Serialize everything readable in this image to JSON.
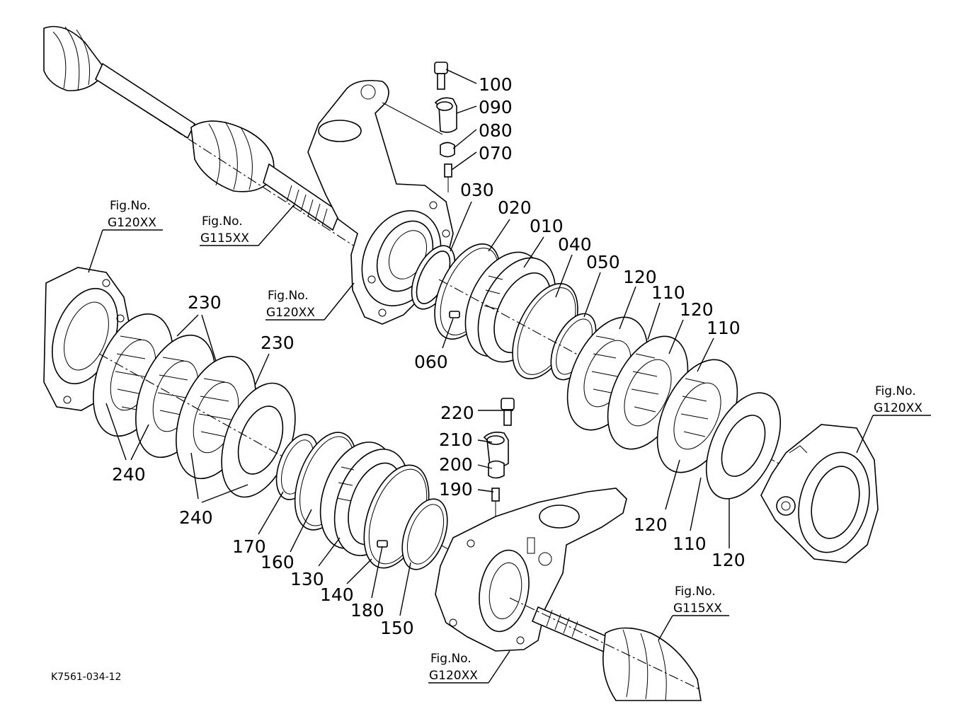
{
  "part_numbers": {
    "p100": "100",
    "p090": "090",
    "p080": "080",
    "p070": "070",
    "p030": "030",
    "p020": "020",
    "p010": "010",
    "p040": "040",
    "p050": "050",
    "p060": "060",
    "p120_a": "120",
    "p110_a": "110",
    "p120_b": "120",
    "p110_b": "110",
    "p120_c": "120",
    "p110_c": "110",
    "p120_d": "120",
    "p230_a": "230",
    "p230_b": "230",
    "p240_a": "240",
    "p240_b": "240",
    "p220": "220",
    "p210": "210",
    "p200": "200",
    "p190": "190",
    "p170": "170",
    "p160": "160",
    "p130": "130",
    "p140": "140",
    "p180": "180",
    "p150": "150"
  },
  "figure_refs": {
    "r1": {
      "line1": "Fig.No.",
      "line2": "G120XX"
    },
    "r2": {
      "line1": "Fig.No.",
      "line2": "G115XX"
    },
    "r3": {
      "line1": "Fig.No.",
      "line2": "G120XX"
    },
    "r4": {
      "line1": "Fig.No.",
      "line2": "G120XX"
    },
    "r5": {
      "line1": "Fig.No.",
      "line2": "G115XX"
    },
    "r6": {
      "line1": "Fig.No.",
      "line2": "G120XX"
    }
  },
  "drawing_code": "K7561-034-12"
}
